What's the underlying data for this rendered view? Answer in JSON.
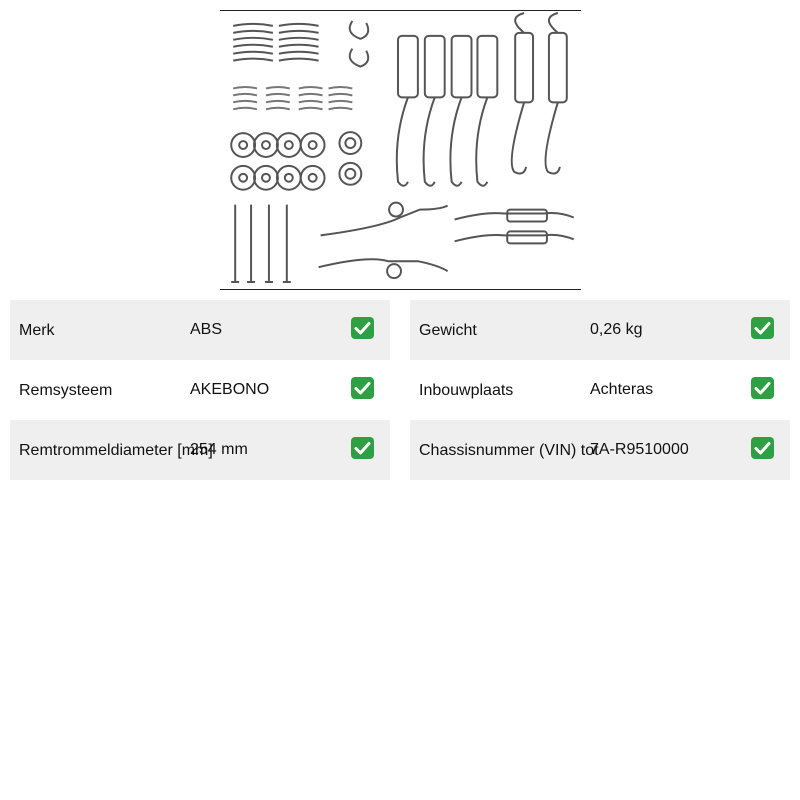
{
  "product": {
    "image_alt": "Remschoen toebehoren set",
    "icon": "brake-spring-kit-image"
  },
  "specs_left": [
    {
      "label": "Merk",
      "value": "ABS",
      "icon": "checkmark-icon"
    },
    {
      "label": "Remsysteem",
      "value": "AKEBONO",
      "icon": "checkmark-icon"
    },
    {
      "label": "Remtrommeldiameter [mm]",
      "value": "254 mm",
      "icon": "checkmark-icon"
    }
  ],
  "specs_right": [
    {
      "label": "Gewicht",
      "value": "0,26 kg",
      "icon": "checkmark-icon"
    },
    {
      "label": "Inbouwplaats",
      "value": "Achteras",
      "icon": "checkmark-icon"
    },
    {
      "label": "Chassisnummer (VIN) tot",
      "value": "7A-R9510000",
      "icon": "checkmark-icon"
    }
  ],
  "colors": {
    "row_shade": "#efefef",
    "check_green": "#2ea043",
    "text": "#111111"
  }
}
